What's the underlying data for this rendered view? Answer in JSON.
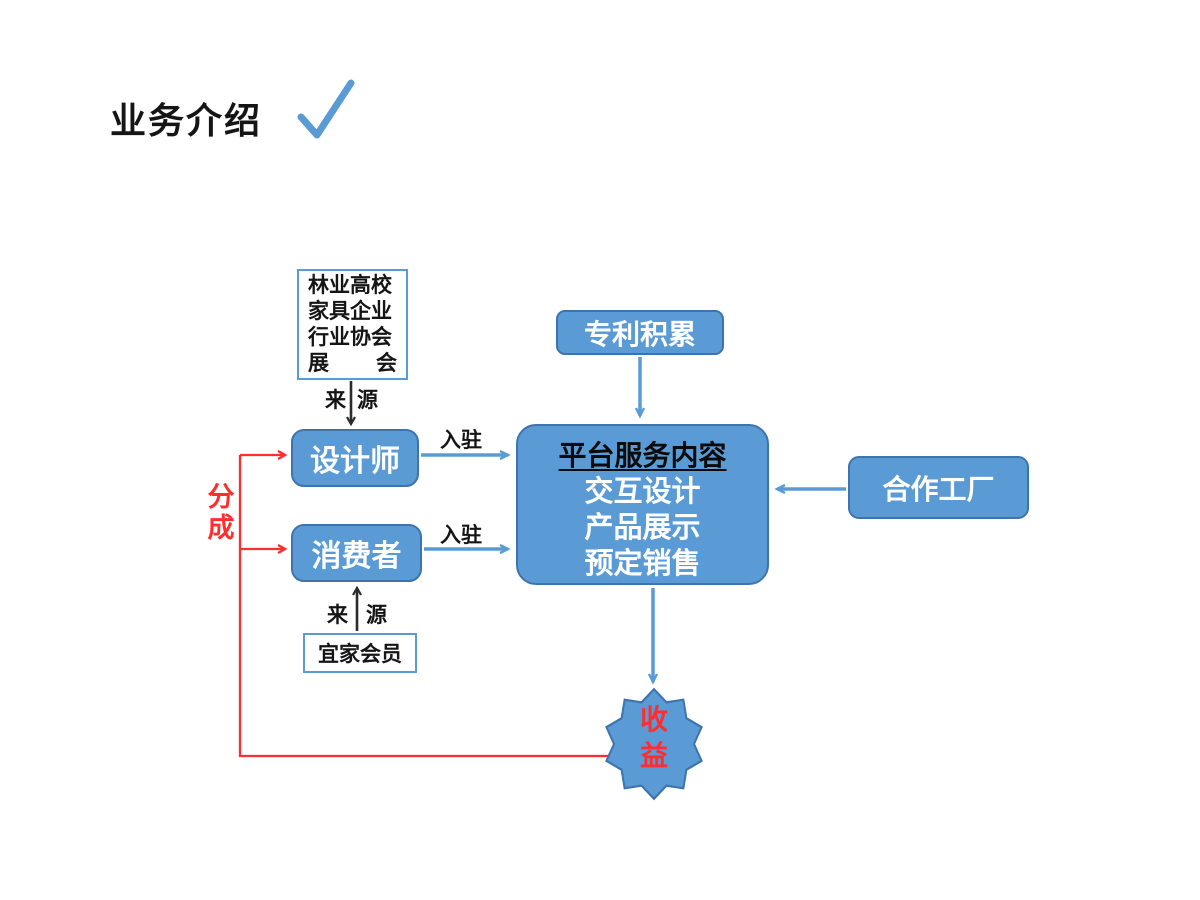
{
  "title": {
    "text": "业务介绍"
  },
  "nodes": {
    "sources_box": {
      "lines": [
        "林业高校",
        "家具企业",
        "行业协会"
      ],
      "last_left": "展",
      "last_right": "会"
    },
    "designer": {
      "label": "设计师"
    },
    "consumer": {
      "label": "消费者"
    },
    "ikea": {
      "label": "宜家会员"
    },
    "patent": {
      "label": "专利积累"
    },
    "platform": {
      "heading": "平台服务内容",
      "items": [
        "交互设计",
        "产品展示",
        "预定销售"
      ]
    },
    "factory": {
      "label": "合作工厂"
    },
    "revenue": {
      "lines": [
        "收",
        "益"
      ]
    }
  },
  "labels": {
    "source_from_top": {
      "left": "来",
      "right": "源"
    },
    "source_from_bottom": {
      "left": "来",
      "right": "源"
    },
    "join_designer": "入驻",
    "join_consumer": "入驻",
    "split": {
      "chars": [
        "分",
        "成"
      ]
    }
  },
  "colors": {
    "accent_blue": "#5B9BD5",
    "border_blue": "#3E74AE",
    "red": "#FF2E2E",
    "ink": "#151515",
    "arrow_black": "#2b2b2b"
  }
}
